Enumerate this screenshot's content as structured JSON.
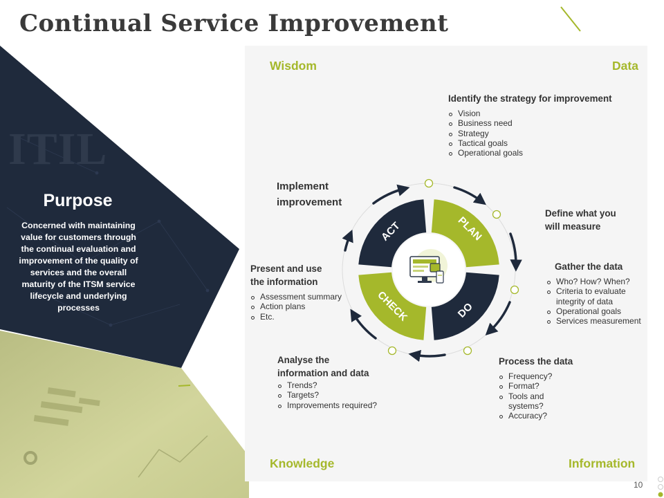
{
  "title": "Continual Service Improvement",
  "left": {
    "watermark": "ITIL",
    "purpose_title": "Purpose",
    "purpose_text": "Concerned with maintaining value for customers through the continual evaluation and improvement of the quality of services and the overall maturity of the ITSM service lifecycle and underlying processes"
  },
  "corners": {
    "wisdom": "Wisdom",
    "data": "Data",
    "knowledge": "Knowledge",
    "information": "Information"
  },
  "cycle": {
    "plan": "PLAN",
    "do": "DO",
    "check": "CHECK",
    "act": "ACT"
  },
  "steps": {
    "identify": {
      "title": "Identify the strategy for improvement",
      "items": [
        "Vision",
        "Business need",
        "Strategy",
        "Tactical goals",
        "Operational goals"
      ]
    },
    "define": {
      "title_line1": "Define what you",
      "title_line2": "will measure"
    },
    "gather": {
      "title": "Gather the data",
      "items": [
        "Who? How? When?",
        "Criteria to evaluate integrity of data",
        "Operational goals",
        "Services measurement"
      ]
    },
    "process": {
      "title": "Process the data",
      "items": [
        "Frequency?",
        "Format?",
        "Tools and systems?",
        "Accuracy?"
      ]
    },
    "analyse": {
      "title_line1": "Analyse the",
      "title_line2": "information and data",
      "items": [
        "Trends?",
        "Targets?",
        "Improvements required?"
      ]
    },
    "present": {
      "title_line1": "Present and use",
      "title_line2": "the information",
      "items": [
        "Assessment summary",
        "Action plans",
        "Etc."
      ]
    },
    "implement": {
      "title_line1": "Implement",
      "title_line2": "improvement"
    }
  },
  "page_number": "10",
  "colors": {
    "navy": "#1f2a3c",
    "accent": "#a5b82b",
    "panel": "#f5f5f5"
  },
  "icons": [
    "computer-monitor-icon"
  ]
}
